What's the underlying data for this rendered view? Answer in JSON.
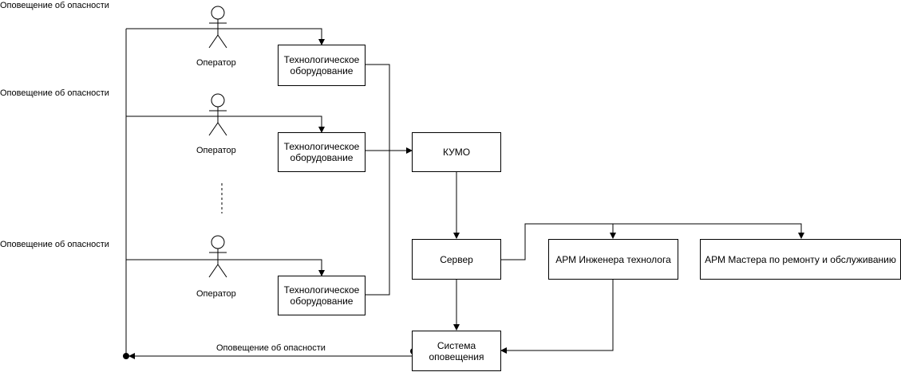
{
  "warning_labels": [
    "Оповещение об опасности",
    "Оповещение об опасности",
    "Оповещение об опасности"
  ],
  "bottom_warning_label": "Оповещение об опасности",
  "operators": [
    "Оператор",
    "Оператор",
    "Оператор"
  ],
  "equipment": [
    "Технологическое\nоборудование",
    "Технологическое\nоборудование",
    "Технологическое\nоборудование"
  ],
  "kumo": "КУМО",
  "server": "Сервер",
  "arm_engineer": "АРМ Инженера технолога",
  "arm_master": "АРМ Мастера по ремонту и обслуживанию",
  "notification_system": "Система\nоповещения"
}
